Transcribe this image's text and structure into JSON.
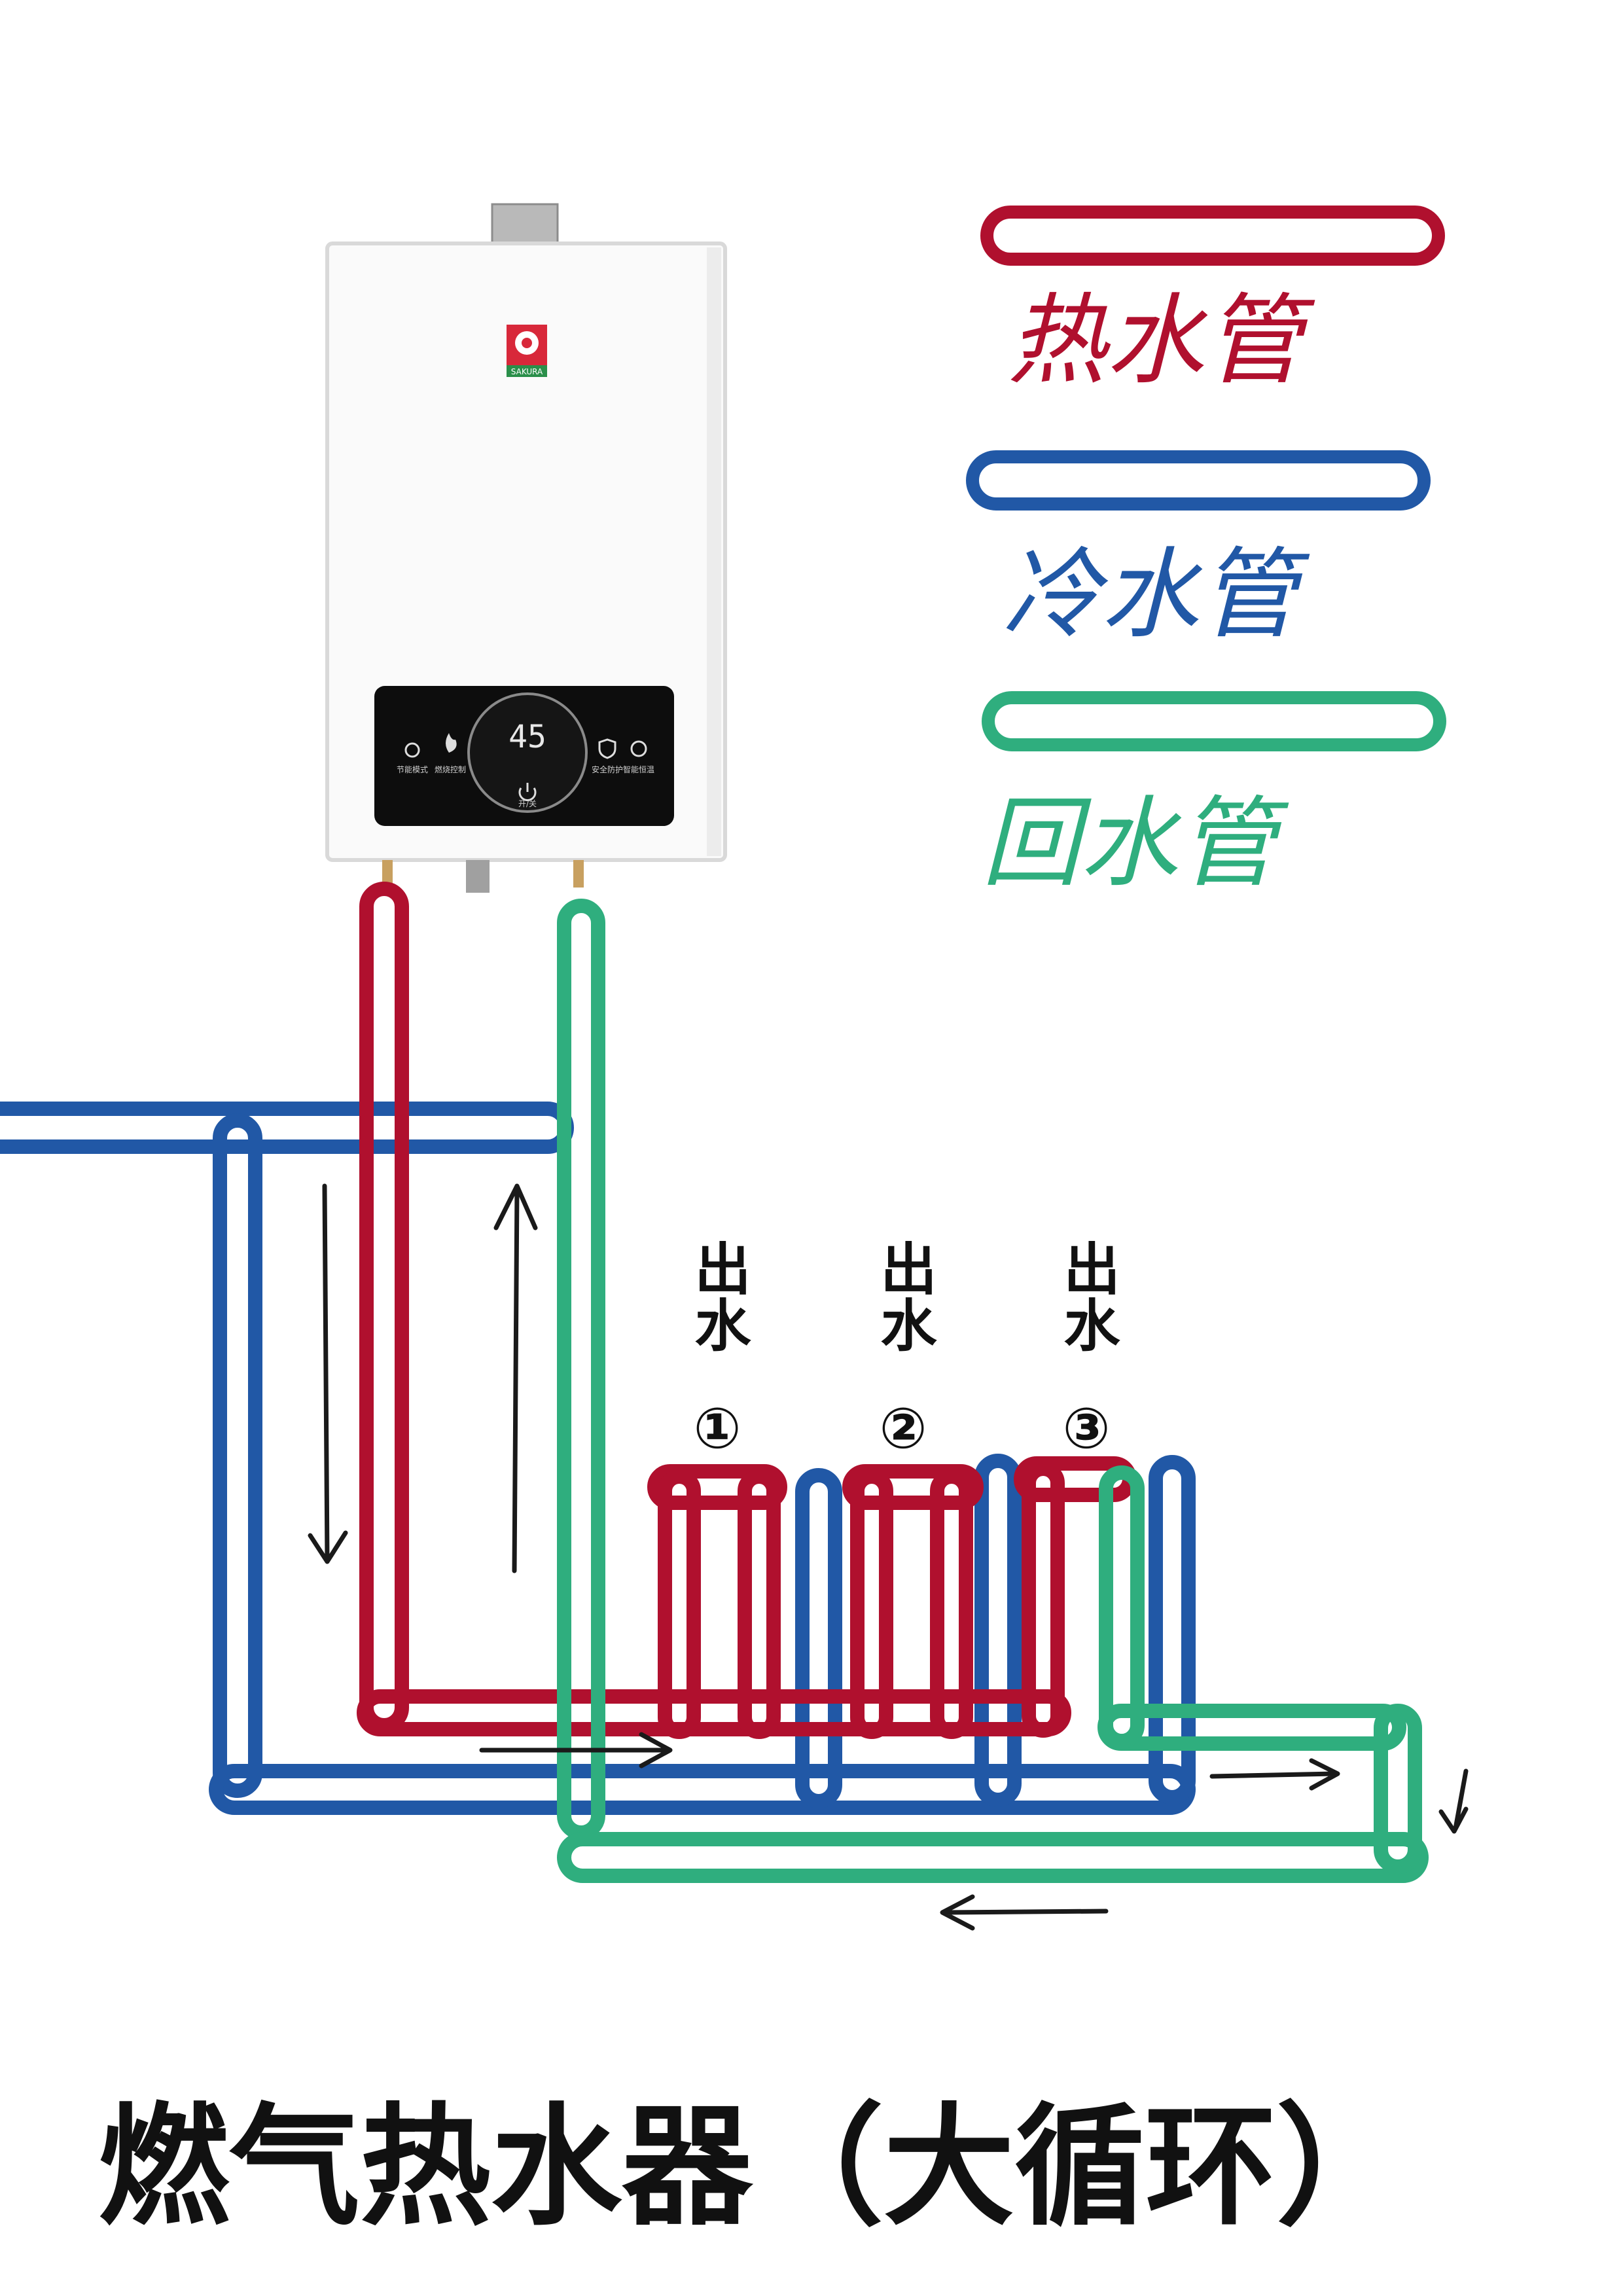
{
  "colors": {
    "hot": "#b0102e",
    "cold": "#2158a6",
    "return": "#2fae7e"
  },
  "legend": [
    {
      "label": "热水管",
      "color": "#b0102e"
    },
    {
      "label": "冷水管",
      "color": "#2158a6"
    },
    {
      "label": "回水管",
      "color": "#2fae7e"
    }
  ],
  "heater": {
    "brand": "SAKURA",
    "display_temp": "45",
    "panel_left_labels": [
      "节能模式",
      "燃烧控制"
    ],
    "panel_right_labels": [
      "安全防护",
      "智能恒温"
    ],
    "power_label": "开/关",
    "icon": "flame-icon"
  },
  "outlets": [
    {
      "label": "出水",
      "number": "①"
    },
    {
      "label": "出水",
      "number": "②"
    },
    {
      "label": "出水",
      "number": "③"
    }
  ],
  "title": "燃气热水器（大循环）"
}
